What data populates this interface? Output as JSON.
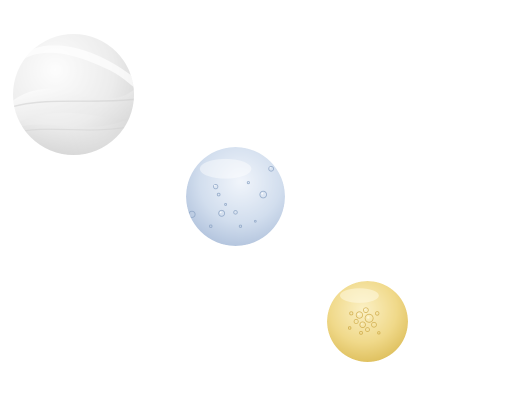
{
  "swatches": [
    {
      "kind": "silk-fabric",
      "base_color": "#e9e9e9",
      "highlight_color": "#fbfbfb"
    },
    {
      "kind": "clear-gel-with-bubbles",
      "base_color": "#b8c8e0",
      "highlight_color": "#eef3fa"
    },
    {
      "kind": "golden-serum-with-bubbles",
      "base_color": "#e8cf78",
      "highlight_color": "#fbf0c8"
    }
  ],
  "background_color": "#ffffff"
}
